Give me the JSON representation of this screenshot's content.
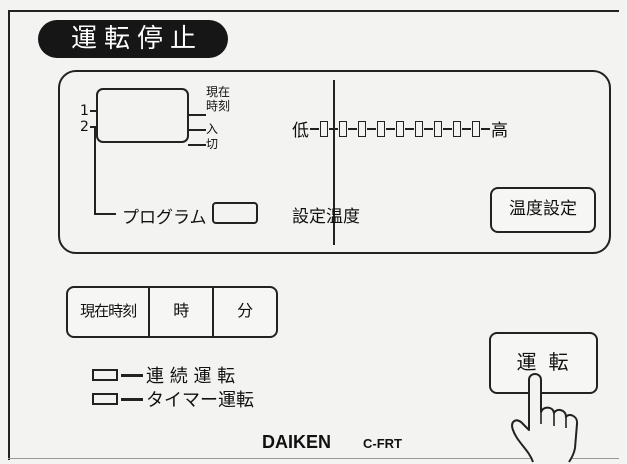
{
  "status": {
    "title": "運転停止"
  },
  "display": {
    "timer_rows": [
      "1",
      "2"
    ],
    "clock_labels": [
      "現在",
      "時刻",
      "入",
      "切"
    ],
    "program_label": "プログラム",
    "temp_low": "低",
    "temp_high": "高",
    "temp_segment_count": 9,
    "temp_label": "設定温度"
  },
  "buttons": {
    "temp_set": "温度設定",
    "current_time": "現在時刻",
    "hour": "時",
    "minute": "分",
    "run": "運転"
  },
  "indicators": [
    {
      "label": "連 続 運 転"
    },
    {
      "label": "タイマー運転"
    }
  ],
  "brand": {
    "name": "DAIKEN",
    "model": "C-FRT"
  }
}
